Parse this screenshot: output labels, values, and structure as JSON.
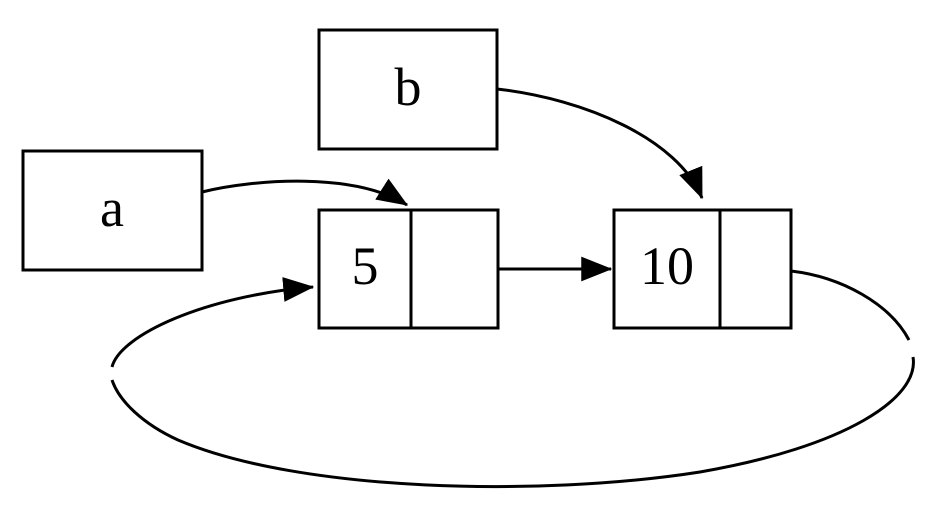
{
  "diagram": {
    "description": "Linked list diagram: variables a and b point to list cells; node 5 points to node 10; node 10 loops back to node 5 forming a cycle",
    "colors": {
      "stroke": "#000000",
      "background": "#ffffff"
    },
    "variable_boxes": [
      {
        "id": "a",
        "label": "a"
      },
      {
        "id": "b",
        "label": "b"
      }
    ],
    "list_nodes": [
      {
        "id": "node5",
        "value": "5"
      },
      {
        "id": "node10",
        "value": "10"
      }
    ],
    "edges": [
      {
        "from": "a",
        "to": "node5",
        "attach": "top-divider"
      },
      {
        "from": "b",
        "to": "node10",
        "attach": "top-divider"
      },
      {
        "from": "node5",
        "to": "node10",
        "attach": "left-side"
      },
      {
        "from": "node10",
        "to": "node5",
        "attach": "left-side",
        "shape": "loop-around-bottom"
      }
    ]
  }
}
